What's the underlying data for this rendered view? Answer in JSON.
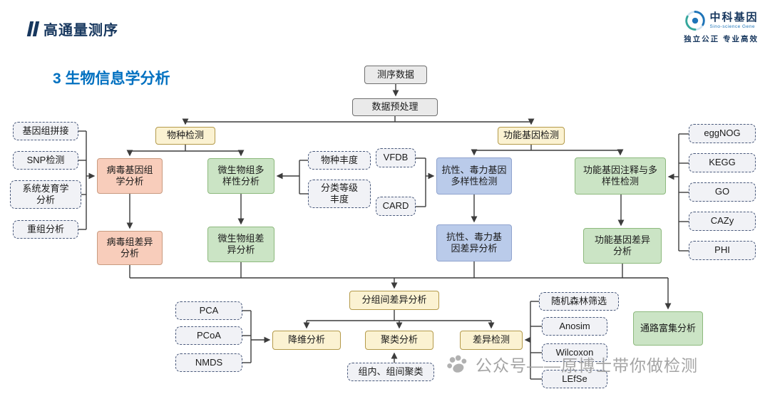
{
  "slide": {
    "header": {
      "title": "高通量测序"
    },
    "logo": {
      "name": "中科基因",
      "subtitle": "Sino-science Gene",
      "tagline": "独立公正 专业高效"
    },
    "section_title": "3 生物信息学分析",
    "watermark": "公众号——原博士带你做检测"
  },
  "colors": {
    "header-navy": "#17375E",
    "section-blue": "#0070C0",
    "node-gray-bg": "#EAEAEA",
    "node-gray-border": "#6F6F6F",
    "node-yellow-bg": "#FBF2D2",
    "node-yellow-border": "#B49A4A",
    "node-pink-bg": "#F8CDBB",
    "node-pink-border": "#C99B80",
    "node-green-bg": "#CBE4C5",
    "node-green-border": "#8DB97D",
    "node-blue-bg": "#BACBEA",
    "node-blue-border": "#8FA3CE",
    "node-dashed-bg": "#F1F2F6",
    "node-dashed-border": "#49597B",
    "connector": "#3C3C3C",
    "watermark-gray": "#A0A0A0",
    "logo-blue": "#1E74B8",
    "logo-teal": "#35A79C"
  },
  "diagram": {
    "nodes": [
      {
        "id": "seq_data",
        "label": "测序数据",
        "style": "gray"
      },
      {
        "id": "preprocess",
        "label": "数据预处理",
        "style": "gray"
      },
      {
        "id": "species_detect",
        "label": "物种检测",
        "style": "yellow"
      },
      {
        "id": "func_detect",
        "label": "功能基因检测",
        "style": "yellow"
      },
      {
        "id": "genome_assembly",
        "label": "基因组拼接",
        "style": "dashed"
      },
      {
        "id": "snp",
        "label": "SNP检测",
        "style": "dashed"
      },
      {
        "id": "phylo",
        "label": "系统发育学\n分析",
        "style": "dashed"
      },
      {
        "id": "recomb",
        "label": "重组分析",
        "style": "dashed"
      },
      {
        "id": "virus_genomics",
        "label": "病毒基因组\n学分析",
        "style": "pink"
      },
      {
        "id": "micro_diversity",
        "label": "微生物组多\n样性分析",
        "style": "green"
      },
      {
        "id": "species_abundance",
        "label": "物种丰度",
        "style": "dashed"
      },
      {
        "id": "taxon_abundance",
        "label": "分类等级\n丰度",
        "style": "dashed"
      },
      {
        "id": "vfdb",
        "label": "VFDB",
        "style": "dashed"
      },
      {
        "id": "card",
        "label": "CARD",
        "style": "dashed"
      },
      {
        "id": "resist_diversity",
        "label": "抗性、毒力基因\n多样性检测",
        "style": "blue"
      },
      {
        "id": "func_annotation",
        "label": "功能基因注释与多\n样性检测",
        "style": "green"
      },
      {
        "id": "eggnog",
        "label": "eggNOG",
        "style": "dashed"
      },
      {
        "id": "kegg",
        "label": "KEGG",
        "style": "dashed"
      },
      {
        "id": "go",
        "label": "GO",
        "style": "dashed"
      },
      {
        "id": "cazy",
        "label": "CAZy",
        "style": "dashed"
      },
      {
        "id": "phi",
        "label": "PHI",
        "style": "dashed"
      },
      {
        "id": "virome_diff",
        "label": "病毒组差异\n分析",
        "style": "pink"
      },
      {
        "id": "micro_diff",
        "label": "微生物组差\n异分析",
        "style": "green"
      },
      {
        "id": "resist_diff",
        "label": "抗性、毒力基\n因差异分析",
        "style": "blue"
      },
      {
        "id": "func_diff",
        "label": "功能基因差异\n分析",
        "style": "green"
      },
      {
        "id": "group_diff",
        "label": "分组间差异分析",
        "style": "yellow"
      },
      {
        "id": "pca",
        "label": "PCA",
        "style": "dashed"
      },
      {
        "id": "pcoa",
        "label": "PCoA",
        "style": "dashed"
      },
      {
        "id": "nmds",
        "label": "NMDS",
        "style": "dashed"
      },
      {
        "id": "dimred",
        "label": "降维分析",
        "style": "yellow"
      },
      {
        "id": "cluster",
        "label": "聚类分析",
        "style": "yellow"
      },
      {
        "id": "diff_test",
        "label": "差异检测",
        "style": "yellow"
      },
      {
        "id": "intra_cluster",
        "label": "组内、组间聚类",
        "style": "dashed"
      },
      {
        "id": "random_forest",
        "label": "随机森林筛选",
        "style": "dashed"
      },
      {
        "id": "anosim",
        "label": "Anosim",
        "style": "dashed"
      },
      {
        "id": "wilcoxon",
        "label": "Wilcoxon",
        "style": "dashed"
      },
      {
        "id": "lefse",
        "label": "LEfSe",
        "style": "dashed"
      },
      {
        "id": "pathway",
        "label": "通路富集分析",
        "style": "green"
      }
    ],
    "edges": [
      "测序数据→数据预处理",
      "数据预处理→物种检测",
      "数据预处理→功能基因检测",
      "物种检测→病毒基因组学分析",
      "物种检测→微生物组多样性分析",
      "基因组拼接/SNP检测/系统发育学分析/重组分析→病毒基因组学分析",
      "物种丰度/分类等级丰度→微生物组多样性分析",
      "VFDB/CARD→抗性、毒力基因多样性检测",
      "功能基因检测→抗性、毒力基因多样性检测",
      "功能基因检测→功能基因注释与多样性检测",
      "eggNOG/KEGG/GO/CAZy/PHI→功能基因注释与多样性检测",
      "病毒基因组学分析→病毒组差异分析",
      "微生物组多样性分析→微生物组差异分析",
      "抗性、毒力基因多样性检测→抗性、毒力基因差异分析",
      "功能基因注释与多样性检测→功能基因差异分析",
      "病毒组差异分析/微生物组差异分析/抗性、毒力基因差异分析/功能基因差异分析→分组间差异分析",
      "功能基因差异分析→通路富集分析",
      "分组间差异分析→降维分析",
      "分组间差异分析→聚类分析",
      "分组间差异分析→差异检测",
      "PCA/PCoA/NMDS→降维分析",
      "组内、组间聚类→聚类分析",
      "随机森林筛选/Anosim/Wilcoxon/LEfSe→差异检测"
    ]
  }
}
